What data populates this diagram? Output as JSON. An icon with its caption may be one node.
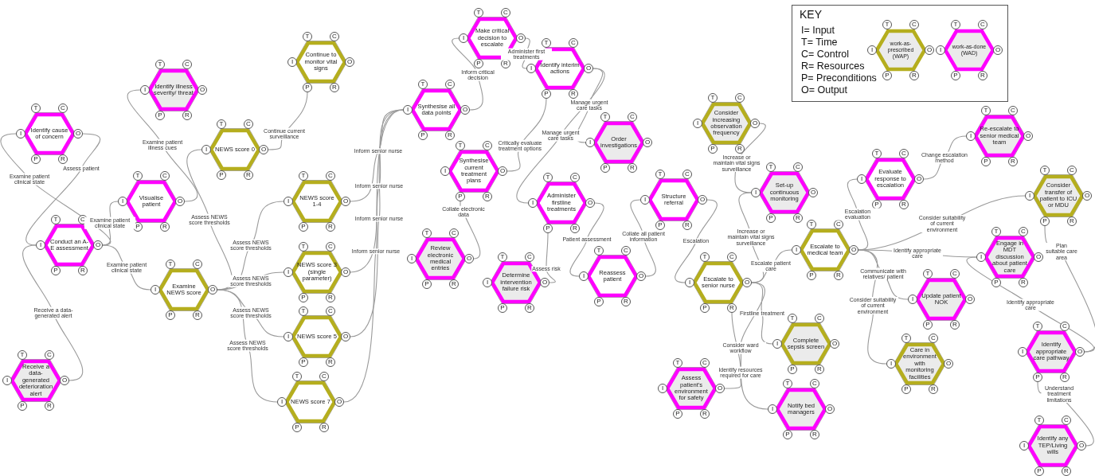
{
  "diagram": {
    "nodes": [
      {
        "text": [
          "Identify cause of concern"
        ],
        "beside": [
          "T",
          "C",
          "I",
          "O",
          "P",
          "R"
        ]
      },
      {
        "text": [
          "Identify illness severity/ threat"
        ],
        "beside": [
          "T",
          "C",
          "I",
          "O",
          "P",
          "R"
        ]
      },
      {
        "text": [
          "Continue to monitor vital signs"
        ],
        "beside": [
          "T",
          "C",
          "I",
          "O",
          "P",
          "R"
        ]
      },
      {
        "text": [
          "NEWS score 0"
        ],
        "beside": [
          "T",
          "C",
          "I",
          "O",
          "P",
          "R"
        ]
      },
      {
        "text": [
          "Visualise patient"
        ],
        "beside": [
          "T",
          "C",
          "I",
          "O",
          "P",
          "R"
        ]
      },
      {
        "text": [
          "Conduct an A-E assessment"
        ],
        "beside": [
          "T",
          "C",
          "I",
          "O",
          "P",
          "R"
        ]
      },
      {
        "text": [
          "Receive a data-generated deterioration alert"
        ],
        "beside": [
          "T",
          "C",
          "I",
          "O",
          "P",
          "R"
        ]
      },
      {
        "text": [
          "Examine NEWS score"
        ],
        "beside": [
          "T",
          "C",
          "I",
          "O",
          "P",
          "R"
        ]
      },
      {
        "text": [
          "NEWS score 1-4"
        ],
        "beside": [
          "T",
          "C",
          "I",
          "O",
          "P",
          "R"
        ]
      },
      {
        "text": [
          "NEWS score 3 (single parameter)"
        ],
        "beside": [
          "T",
          "C",
          "I",
          "O",
          "P",
          "R"
        ]
      },
      {
        "text": [
          "NEWS score 5"
        ],
        "beside": [
          "T",
          "C",
          "I",
          "O",
          "P",
          "R"
        ]
      },
      {
        "text": [
          "NEWS score 7"
        ],
        "beside": [
          "T",
          "C",
          "I",
          "O",
          "P",
          "R"
        ]
      },
      {
        "text": [
          "Make critical decision to escalate"
        ],
        "beside": [
          "T",
          "C",
          "I",
          "O",
          "P",
          "R"
        ]
      },
      {
        "text": [
          "Synthesise all data points"
        ],
        "beside": [
          "T",
          "C",
          "I",
          "O",
          "P",
          "R"
        ]
      },
      {
        "text": [
          "Identify interim actions"
        ],
        "beside": [
          "T",
          "C",
          "I",
          "O",
          "P",
          "R"
        ]
      },
      {
        "text": [
          "Synthesise current treatment plans"
        ],
        "beside": [
          "T",
          "C",
          "I",
          "O",
          "P",
          "R"
        ]
      },
      {
        "text": [
          "Order investigations"
        ],
        "beside": [
          "T",
          "C",
          "I",
          "O",
          "P",
          "R"
        ]
      },
      {
        "text": [
          "Review electronic medical entries"
        ],
        "beside": [
          "T",
          "C",
          "I",
          "O",
          "P",
          "R"
        ]
      },
      {
        "text": [
          "Administer firstline treatments"
        ],
        "beside": [
          "T",
          "C",
          "I",
          "O",
          "P",
          "R"
        ]
      },
      {
        "text": [
          "Determine intervention failure risk"
        ],
        "beside": [
          "T",
          "C",
          "I",
          "O",
          "P",
          "R"
        ]
      },
      {
        "text": [
          "Reassess patient"
        ],
        "beside": [
          "T",
          "C",
          "I",
          "O",
          "P",
          "R"
        ]
      },
      {
        "text": [
          "Structure referral"
        ],
        "beside": [
          "T",
          "C",
          "I",
          "O",
          "P",
          "R"
        ]
      },
      {
        "text": [
          "Consider increasing observation frequency"
        ],
        "beside": [
          "T",
          "C",
          "I",
          "O",
          "P",
          "R"
        ]
      },
      {
        "text": [
          "Set-up continuous monitoring"
        ],
        "beside": [
          "T",
          "C",
          "I",
          "O",
          "P",
          "R"
        ]
      },
      {
        "text": [
          "Escalate to senior nurse"
        ],
        "beside": [
          "T",
          "C",
          "I",
          "O",
          "P",
          "R"
        ]
      },
      {
        "text": [
          "Assess patient's environment for safety"
        ],
        "beside": [
          "T",
          "C",
          "I",
          "O",
          "P",
          "R"
        ]
      },
      {
        "text": [
          "Escalate to medical team"
        ],
        "beside": [
          "T",
          "C",
          "I",
          "O",
          "P",
          "R"
        ]
      },
      {
        "text": [
          "Evaluate response to escalation"
        ],
        "beside": [
          "T",
          "C",
          "I",
          "O",
          "P",
          "R"
        ]
      },
      {
        "text": [
          "Re-escalate to senior medical team"
        ],
        "beside": [
          "T",
          "C",
          "I",
          "O",
          "P",
          "R"
        ]
      },
      {
        "text": [
          "Consider transfer of patient to ICU or MDU"
        ],
        "beside": [
          "T",
          "C",
          "I",
          "O",
          "P",
          "R"
        ]
      },
      {
        "text": [
          "Engage in MDT discussion about patient care"
        ],
        "beside": [
          "T",
          "C",
          "I",
          "O",
          "P",
          "R"
        ]
      },
      {
        "text": [
          "Update patient NOK"
        ],
        "beside": [
          "T",
          "C",
          "I",
          "O",
          "P",
          "R"
        ]
      },
      {
        "text": [
          "Complete sepsis screen"
        ],
        "beside": [
          "T",
          "C",
          "I",
          "O",
          "P",
          "R"
        ]
      },
      {
        "text": [
          "Care in environment with monitoring facilities"
        ],
        "beside": [
          "T",
          "C",
          "I",
          "O",
          "P",
          "R"
        ]
      },
      {
        "text": [
          "Notify bed managers"
        ],
        "beside": [
          "T",
          "C",
          "I",
          "O",
          "P",
          "R"
        ]
      },
      {
        "text": [
          "Identify appropriate care pathway"
        ],
        "beside": [
          "T",
          "C",
          "I",
          "O",
          "P",
          "R"
        ]
      },
      {
        "text": [
          "Identify any TEP/Living wills"
        ],
        "beside": [
          "T",
          "C",
          "I",
          "O",
          "P",
          "R"
        ]
      }
    ],
    "edges": [
      {
        "from": 5,
        "to": 0,
        "arrow": "none",
        "label": "Examine patient clinical state"
      },
      {
        "from": 0,
        "to": 5,
        "arrow": "none",
        "label": "Assess patient"
      },
      {
        "from": 5,
        "to": 4,
        "arrow": "none",
        "label": "Examine patient clinical state"
      },
      {
        "from": 4,
        "to": 1,
        "arrow": "none",
        "label": "Examine patient illness cues"
      },
      {
        "from": 6,
        "to": 5,
        "arrow": "none",
        "label": "Receive a data-generated alert"
      },
      {
        "from": 5,
        "to": 7,
        "arrow": "none",
        "label": "Examine patient clinical state"
      },
      {
        "from": 7,
        "to": 3,
        "arrow": "none",
        "label": "Assess NEWS score thresholds"
      },
      {
        "from": 7,
        "to": 8,
        "arrow": "none",
        "label": "Assess NEWS score thresholds"
      },
      {
        "from": 7,
        "to": 9,
        "arrow": "none",
        "label": "Assess NEWS score thresholds"
      },
      {
        "from": 7,
        "to": 10,
        "arrow": "none",
        "label": "Assess NEWS score thresholds"
      },
      {
        "from": 7,
        "to": 11,
        "arrow": "none",
        "label": "Assess NEWS score thresholds"
      },
      {
        "from": 3,
        "to": 2,
        "arrow": "none",
        "label": "Continue current surveillance"
      },
      {
        "from": 8,
        "to": 13,
        "arrow": "none",
        "label": "Inform senior nurse"
      },
      {
        "from": 9,
        "to": 13,
        "arrow": "none",
        "label": "Inform senior nurse"
      },
      {
        "from": 10,
        "to": 13,
        "arrow": "none",
        "label": "Inform senior nurse"
      },
      {
        "from": 11,
        "to": 13,
        "arrow": "none",
        "label": "Inform senior nurse"
      },
      {
        "from": 13,
        "to": 12,
        "arrow": "none",
        "label": "Inform critical decision"
      },
      {
        "from": 12,
        "to": 14,
        "arrow": "none",
        "label": "Administer first treatments"
      },
      {
        "from": 15,
        "to": 14,
        "arrow": "none",
        "label": "Critically evaluate treatment options"
      },
      {
        "from": 14,
        "to": 16,
        "arrow": "none",
        "label": "Manage urgent care tasks"
      },
      {
        "from": 14,
        "to": 18,
        "arrow": "none",
        "label": "Manage urgent care tasks"
      },
      {
        "from": 17,
        "to": 15,
        "arrow": "none",
        "label": "Collate electronic data"
      },
      {
        "from": 19,
        "to": 18,
        "arrow": "none",
        "label": "Assess risk"
      },
      {
        "from": 18,
        "to": 20,
        "arrow": "none",
        "label": "Patient assessment"
      },
      {
        "from": 20,
        "to": 21,
        "arrow": "none",
        "label": "Collate all patient information"
      },
      {
        "from": 21,
        "to": 24,
        "arrow": "none",
        "label": "Escalation"
      },
      {
        "from": 22,
        "to": 23,
        "arrow": "none",
        "label": "Increase or maintain vital signs surveillance"
      },
      {
        "from": 24,
        "to": 23,
        "arrow": "none",
        "label": "Increase or maintain vital signs surveillance"
      },
      {
        "from": 24,
        "to": 26,
        "arrow": "none",
        "label": "Escalate patient care"
      },
      {
        "from": 24,
        "to": 32,
        "arrow": "none",
        "label": "Firstline treatment"
      },
      {
        "from": 24,
        "to": 34,
        "arrow": "none",
        "label": "Consider ward workflow"
      },
      {
        "from": 25,
        "to": 24,
        "arrow": "none",
        "label": "Identify resources required for care"
      },
      {
        "from": 26,
        "to": 27,
        "arrow": "none",
        "label": "Escalation evaluation"
      },
      {
        "from": 27,
        "to": 28,
        "arrow": "none",
        "label": "Change escalation method"
      },
      {
        "from": 26,
        "to": 29,
        "arrow": "none",
        "label": "Consider suitability of current environment"
      },
      {
        "from": 26,
        "to": 30,
        "arrow": "none",
        "label": "Identify appropriate care"
      },
      {
        "from": 26,
        "to": 31,
        "arrow": "none",
        "label": "Communicate with relatives/ patient"
      },
      {
        "from": 26,
        "to": 33,
        "arrow": "none",
        "label": "Consider suitability of current environment"
      },
      {
        "from": 35,
        "to": 29,
        "arrow": "none",
        "label": "Plan suitable care area"
      },
      {
        "from": 35,
        "to": 30,
        "arrow": "none",
        "label": "Identify appropriate care"
      },
      {
        "from": 36,
        "to": 35,
        "arrow": "none",
        "label": "Understand treatment limitations"
      }
    ],
    "labels": [
      "KEY",
      "I= Input",
      "T= Time",
      "C= Control",
      "R= Resources",
      "P= Preconditions",
      "O= Output",
      "T",
      "C",
      "I",
      "O",
      "P",
      "R",
      "T",
      "C",
      "I",
      "O",
      "P",
      "R"
    ],
    "legend": [
      {
        "text": "work-as-prescribed (WAP)",
        "color": "#b5ae1e"
      },
      {
        "text": "work-as-done (WAD)",
        "color": "#ff00ff"
      }
    ]
  }
}
